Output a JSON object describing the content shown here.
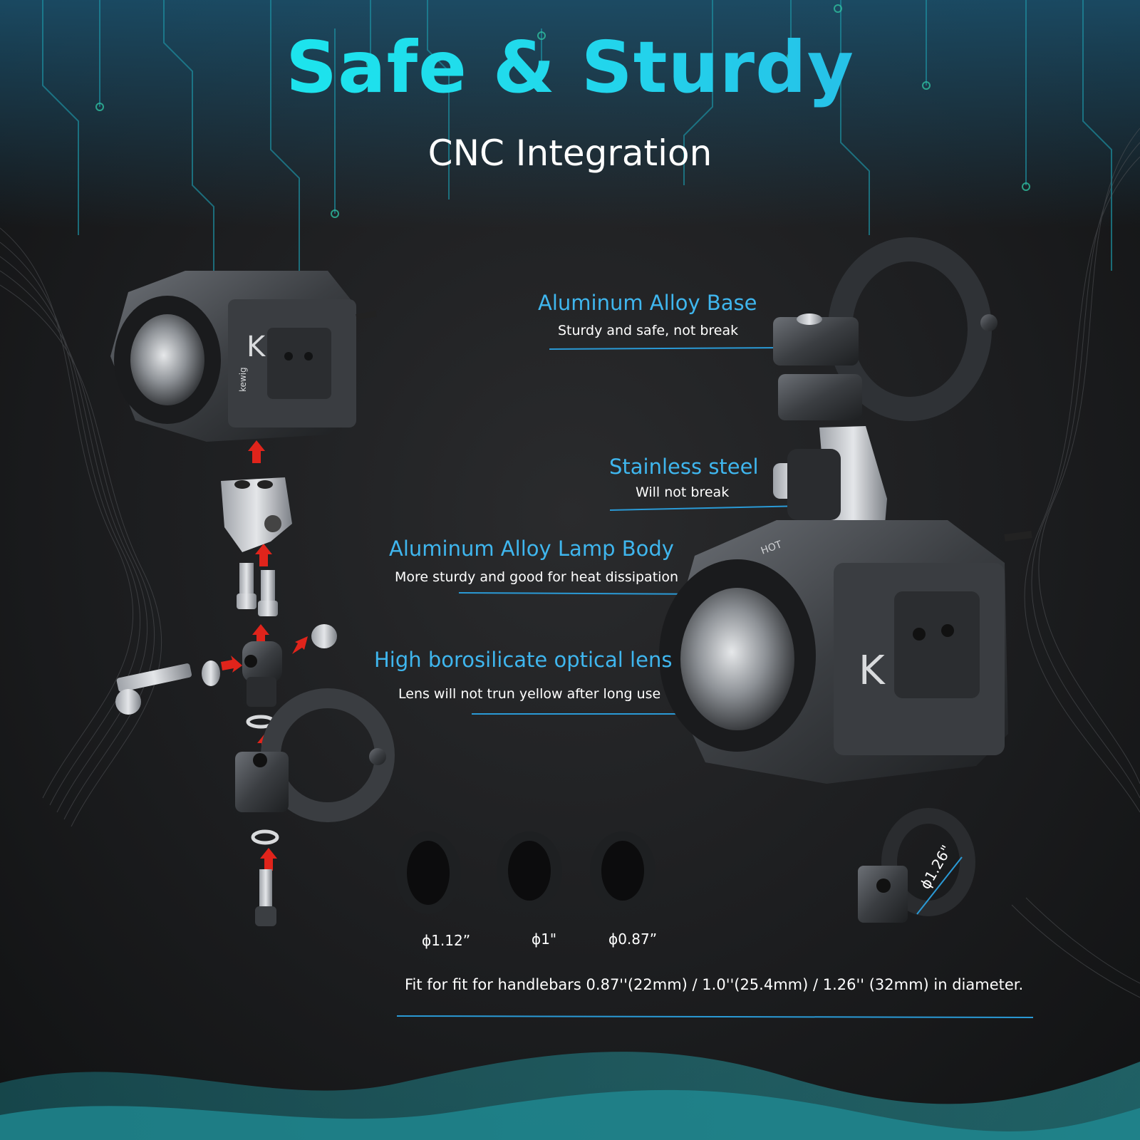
{
  "heading": {
    "title": "Safe & Sturdy",
    "subtitle": "CNC Integration"
  },
  "features": [
    {
      "title": "Aluminum Alloy Base",
      "desc": "Sturdy and safe, not break"
    },
    {
      "title": "Stainless steel",
      "desc": "Will not break"
    },
    {
      "title": "Aluminum Alloy Lamp Body",
      "desc": "More sturdy and good for heat dissipation"
    },
    {
      "title": "High borosilicate optical lens",
      "desc": "Lens will not trun yellow after long use"
    }
  ],
  "adapter_sizes": [
    "ϕ1.12”",
    "ϕ1\"",
    "ϕ0.87”"
  ],
  "clamp_diameter": "ϕ1.26\"",
  "fit_note": "Fit for fit for handlebars 0.87''(22mm) / 1.0''(25.4mm) / 1.26'' (32mm) in diameter.",
  "brand_logo_text": "kewig",
  "lamp_marking": "HOT",
  "colors": {
    "title_gradient_start": "#17f0ee",
    "title_gradient_end": "#2aa9e4",
    "feature_title": "#3fb6ee",
    "callout_line": "#2a9ad6",
    "arrow": "#e0241b",
    "wave": "#1f7f86"
  }
}
